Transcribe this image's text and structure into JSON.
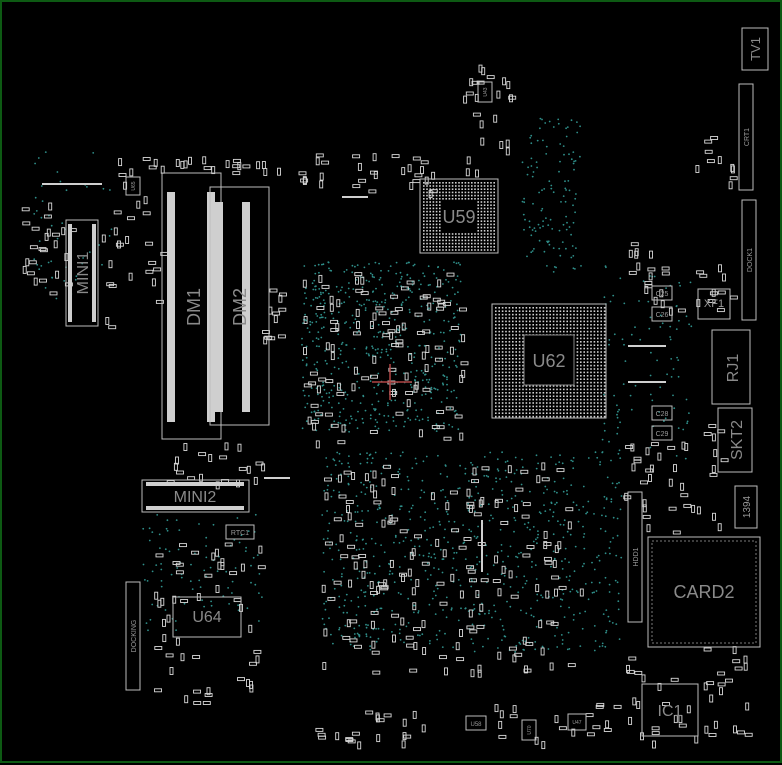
{
  "labels": {
    "u59": "U59",
    "u62": "U62",
    "dm1": "DM1",
    "dm2": "DM2",
    "mini1": "MINI1",
    "mini2": "MINI2",
    "u64": "U64",
    "card2": "CARD2",
    "ic1": "IC1",
    "rj1": "RJ1",
    "skt2": "SKT2",
    "xf1": "XF1",
    "tv1": "TV1",
    "crt1": "CRT1",
    "dock1": "DOCK1",
    "hdd1": "HDD1",
    "p1394": "1394",
    "rtc1": "RTC1",
    "docking": "DOCKING",
    "c25": "C25",
    "c26": "C26",
    "c28": "C28",
    "c29": "C29",
    "u65": "U65",
    "u43": "U43",
    "u70": "U70",
    "u47": "U47",
    "u58": "U58"
  },
  "colors": {
    "background": "#000000",
    "border": "#0d5a13",
    "silkscreen": "#bdbdbd",
    "label": "#8a8a8a",
    "via": "#2f8f8a"
  }
}
